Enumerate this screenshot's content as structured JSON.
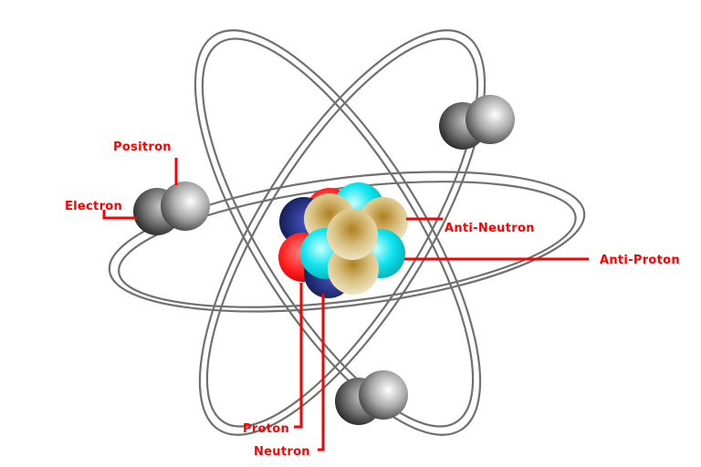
{
  "labels": {
    "positron": "Positron",
    "electron": "Electron",
    "anti_neutron": "Anti-Neutron",
    "anti_proton": "Anti-Proton",
    "proton": "Proton",
    "neutron": "Neutron"
  },
  "colors": {
    "label": "#ff0000",
    "orbit": "#666666",
    "proton": "#ff1a1a",
    "neutron": "#1f2a6b",
    "anti_proton": "#00e0e8",
    "anti_neutron": "#c8a860",
    "lepton": "#8a8a8a"
  }
}
